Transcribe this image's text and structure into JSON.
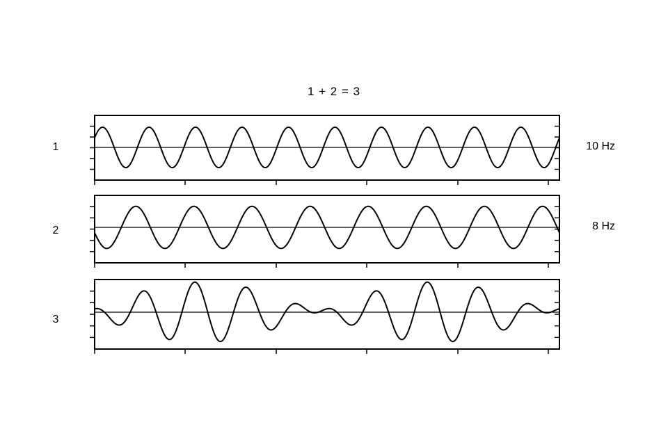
{
  "title": "1 + 2 = 3",
  "chart_data": [
    {
      "type": "line",
      "panel_label": "1",
      "side_label": "10 Hz",
      "series": [
        {
          "kind": "sine",
          "frequency_hz": 10,
          "amplitude": 1,
          "phase": 0.5
        }
      ],
      "ylim": [
        -1.6,
        1.6
      ],
      "xlim": [
        0,
        1
      ]
    },
    {
      "type": "line",
      "panel_label": "2",
      "side_label": "8 Hz",
      "series": [
        {
          "kind": "sine",
          "frequency_hz": 8,
          "amplitude": 1,
          "phase": 3.4
        }
      ],
      "ylim": [
        -1.6,
        1.6
      ],
      "xlim": [
        0,
        1
      ]
    },
    {
      "type": "line",
      "panel_label": "3",
      "side_label": "",
      "series": [
        {
          "kind": "sum",
          "of_panels": [
            1,
            2
          ]
        }
      ],
      "ylim": [
        -2.3,
        2.3
      ],
      "xlim": [
        0,
        1
      ]
    }
  ]
}
